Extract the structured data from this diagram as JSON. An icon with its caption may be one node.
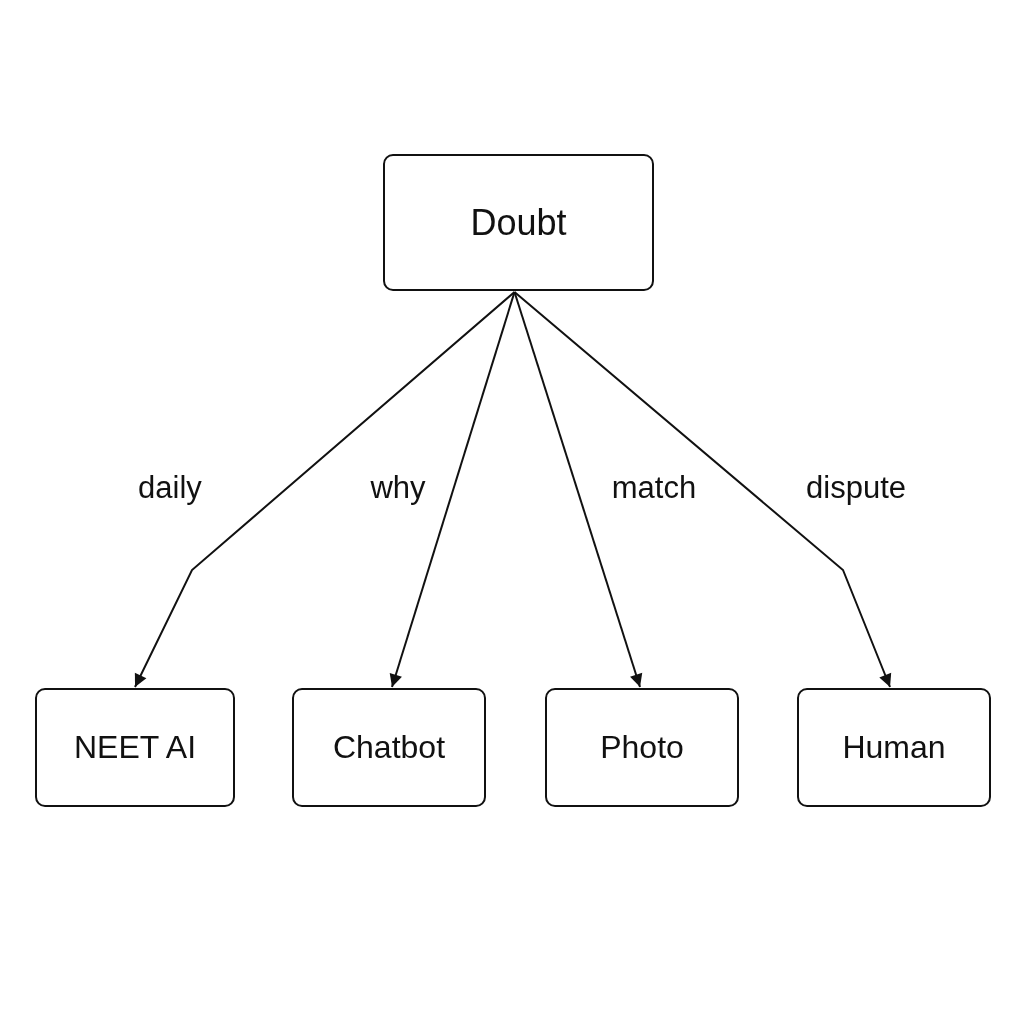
{
  "diagram": {
    "nodes": [
      {
        "text": [
          "Doubt"
        ]
      },
      {
        "text": [
          "NEET AI"
        ]
      },
      {
        "text": [
          "Chatbot"
        ]
      },
      {
        "text": [
          "Photo"
        ]
      },
      {
        "text": [
          "Human"
        ]
      }
    ],
    "edges": [
      {
        "from": 0,
        "to": 1,
        "arrow": "to",
        "label": "daily"
      },
      {
        "from": 0,
        "to": 2,
        "arrow": "to",
        "label": "why"
      },
      {
        "from": 0,
        "to": 3,
        "arrow": "to",
        "label": "match"
      },
      {
        "from": 0,
        "to": 4,
        "arrow": "to",
        "label": "dispute"
      }
    ]
  }
}
